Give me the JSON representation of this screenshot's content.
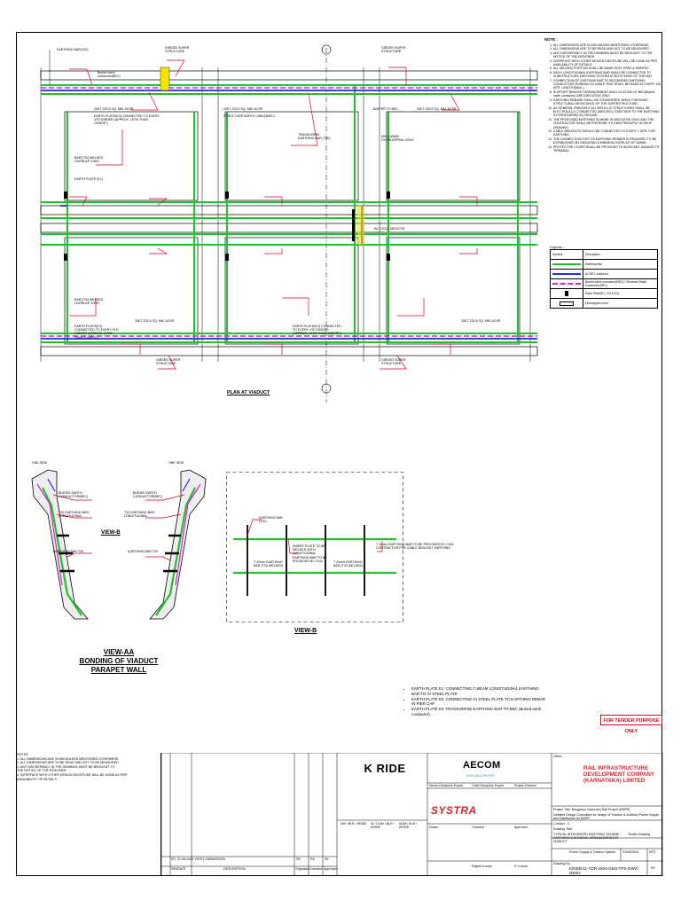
{
  "plan": {
    "title": "PLAN AT VIADUCT",
    "labels": {
      "girder_super_structure": "GIRDER SUPER STRUCTURE",
      "earthing_bar_t20": "EARTHING BAR(T20)",
      "buried_earth_conductor": "Buried earth conductor(BEC)",
      "acsr_note": "20KT 233.5 SQ. MM. ACSR",
      "strand_earth_cable": "STRUCTURE EARTH CABLE(BEC)",
      "earth_plate_e1": "EARTH PLATE (E1)",
      "earth_plate_connected": "EARTH PLATE(E3) CONNECTED TO EVERY 4TH GIRDER (APPROX. LESS THAN 120MTR.)",
      "jumper": "JUMPER TO BEC",
      "transverse": "TRANSVERSE EARTHING BAR (T20)",
      "bar_t20_welded": "BAR(T20) WELDED OVERLAP JOINT",
      "min_overlap": "MIN 160MM OVERLAPPING JOINT",
      "w_acsr": "W/ 2.5SQ. MM ACSR"
    },
    "top_markers": [
      "GIRDER SUPER STRUCTURE",
      "GIRDER SUPER STRUCTURE"
    ]
  },
  "notes": {
    "title": "NOTE :",
    "items": [
      "ALL DIMENSIONS ARE IN MM UNLESS MENTIONED OTHERWISE.",
      "ALL DIMENSIONS ARE TO BE READ AND NOT TO BE MEASURED.",
      "ANY DISCREPANCY IN THE DRAWING MUST BE BROUGHT TO THE NOTICE OF THE DESIGNER.",
      "INTERFACE WITH OTHER DESIGN DISCIPLINE WILL BE DONE AS PER AVAILABILITY OF DETAILS.",
      "ALL WELDED PORTION SHALL BE MADE RUST FREE & PAINTED.",
      "EACH LONGITUDINAL EARTHING BAR SHALL BE CONNECTED TO SUBSTRUCTURE EARTHING SYSTEM AT BOTH ENDS OF THE MAT.",
      "CONNECTION OF EARTHING BAR TO BEC(BURIED EARTHING CONDUCTOR) RUNNING IN CABLE TRAY SHALL BE MADE AT EVERY 120 MTR. LENGTH(MAX.)",
      "SUPPORT BRACKET ARRANGEMENT AND LOCATION OF BEC(Buried earth conductor) ARE INDICATIVE ONLY.",
      "EARTHING REBARS SHALL BE CONSIDERED WHILE CHECKING STRUCTURAL RESISTANCE OF THE SUPERSTRUCTURE.",
      "AS GENERAL PRINCIPLE ALL METALLIC STRUCTURES SHALL BE ELECTRICALLY CONNECTED (WELDED) TOGETHER TO THE EARTHING SYSTEM BURIED IN GROUND.",
      "THE PROPOSED EARTHING SCHEME IS INDICATIVE ONLY AND THE CONTRACTOR SHALL BE PROPOSE ITS OWN PRINCIPLE IN SHOP DRAWING.",
      "CABLE BRACKETS SHOULD BE CONNECTED TO EVERY 1 MTR. FOR EARTHING.",
      "THE CONNECTION FOR T20 EARTHING REBARS IS REQUIRED TO BE ESTABLISHED BY ENSURING A MINIMUM OVERLAP OF 160MM.",
      "PROTECTIVE COVER SHALL BE PROVIDED TO AVOID ANY DAMAGE TO TERMINAL."
    ]
  },
  "legend": {
    "title": "Legends :-",
    "header": [
      "Symbol",
      "Description"
    ],
    "rows": [
      {
        "desc": "Earthing Bar",
        "color": "#22c02a",
        "style": "solid"
      },
      {
        "desc": "ACSR Conductor",
        "color": "#1d2fd8",
        "style": "solid"
      },
      {
        "desc": "Buried earth conductor(BEC) / Structure Earth Conductor(SEC)",
        "color": "#d81fd8",
        "style": "dashed"
      },
      {
        "desc": "Earth Plate(E1 / E2 & E3)",
        "color": "#000000",
        "style": "plate"
      },
      {
        "desc": "Overlapped Joint",
        "color": "#000000",
        "style": "joint"
      }
    ]
  },
  "views": {
    "aa_title": "VIEW-AA",
    "aa_sub1": "BONDING OF VIADUCT",
    "aa_sub2": "PARAPET WALL",
    "one_side": "ONE SIDE",
    "buried_earth": "BURIED EARTH CONDUCTOR(BEC)",
    "t20_long": "T20 EARTHING BAR LONGITUDINAL",
    "earthing_bar_t20": "EARTHING BAR T20",
    "view_b": "VIEW-B",
    "b_title": "VIEW-B",
    "b_note": "T 20mm EARTHING BAR TO BE PROVIDED BY CIVIL CONTRACTOR FOR CABLE BRACKET EARTHING",
    "b_insert": "INSERT PLATE TO BE WELDED WITH LONGITUDINAL EARTHING BAR TO BE PROVIDED BY CIVIL",
    "b_bar": "EARTHING BAR (T20)",
    "b_bar2": "T 20mm EARTHING BAR (T20 WELDED)"
  },
  "bullets": [
    "EARTH PLATE E1: CONNECTING C-BEAM LONGITUDINAL EARTHING BAR TO GI STEEL PLATE",
    "EARTH PLATE E2: CONNECTING GI STEEL PLATE TO EARTHING REBAR IN PIER CAP.",
    "EARTH PLATE E3: TRANSVERSE EARTHING BAR TO BEC (Buried earth conductor)"
  ],
  "tender": "FOR TENDER PURPOSE ONLY",
  "bottom_notes": {
    "title": "NOTES:",
    "items": [
      "1. ALL DIMENSIONS ARE IN MM UNLESS MENTIONED OTHERWISE.",
      "2. ALL DIMENSIONS ARE TO BE READ AND NOT TO BE MEASURED.",
      "3. ANY DISCREPANCY IN THE DRAWING MUST BE BROUGHT TO",
      "   THE NOTICE OF THE DESIGNER.",
      "4. INTERFACE WITH OTHER DESIGN DISCIPLINE WILL BE DONE AS PER",
      "   AVAILABILITY OF DETAILS."
    ]
  },
  "title_block": {
    "client_name": "K RIDE",
    "consultant": "AECOM",
    "consultant_sub": "EGIS-AECOM-RSP",
    "systra": "SYSTRA",
    "client_label": "Client:",
    "rail_co": [
      "RAIL INFRASTRUCTURE",
      "DEVELOPMENT COMPANY",
      "(KARNATAKA) LIMITED"
    ],
    "project_title_label": "Project Title:",
    "project_title": "Bengaluru Suburban Rail Project (BSRP)",
    "project_desc": "Detailed Design Consultant for design of Traction & Auxiliary Power Supply and Distribution for BSRP",
    "corridor": "Corridor - 2",
    "drawing_title_label": "Drawing Title:",
    "drawing_title": "TYPICAL INTEGRATED EARTHING SCHEME - EARTHING & BONDING ARRANGEMENT AT VIADUCT",
    "project_stage": "Tender Drawing",
    "system": "Power Supply & Traction System",
    "date": "21/06/2024",
    "scale": "NTS",
    "drawing_no_label": "Drawing No.",
    "drawing_no": "KRIDE/11-TDR-GEN-GEN-TPS-DWG-00002",
    "rev": "R0",
    "revision_row": {
      "rev": "R0",
      "date": "21-06-2024",
      "desc": "FIRST SUBMISSION",
      "orig": "RK",
      "chk": "RK",
      "appr": "SK"
    },
    "revision_header": {
      "rev": "REV",
      "date": "DATE",
      "desc": "DESCRIPTION",
      "orig": "Originator",
      "chk": "Checked",
      "appr": "Approved"
    },
    "designer_cols": [
      "Senior Discipline Expert",
      "Chief Discipline Expert",
      "Project Director"
    ],
    "checker_cols": [
      "Drawn",
      "Checked",
      "Approved"
    ],
    "names": [
      "Rajesh Kumar",
      "S. Kumar"
    ],
    "doc_codes": [
      "DM / BLR / KRIDE",
      "SI / DOM / BLR / KRIDE",
      "AGM / BLR / KRIDE"
    ]
  },
  "colors": {
    "earthing": "#22c02a",
    "acsr": "#1d2fd8",
    "bec": "#d81fd8",
    "label_red": "#e0001b",
    "yellow_hatch": "#f2e600"
  }
}
